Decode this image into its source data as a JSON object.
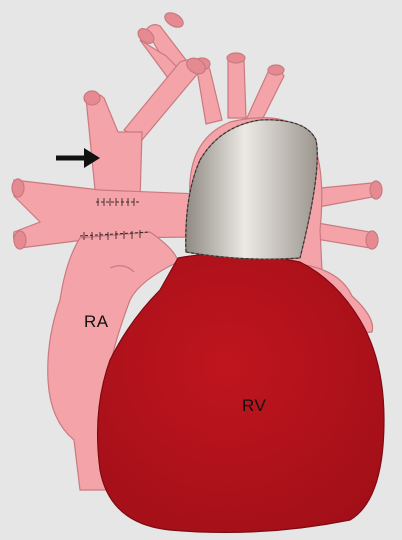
{
  "labels": {
    "right_atrium": "RA",
    "right_ventricle": "RV"
  },
  "colors": {
    "background": "#e6e6e6",
    "vessel_fill": "#f4a4a9",
    "vessel_stroke": "#c97a80",
    "ventricle_fill": "#b0121c",
    "conduit_fill": "#c8c3bb",
    "suture": "#3a2a2a",
    "arrow": "#111111"
  },
  "annotations": [
    {
      "type": "arrow",
      "icon": "arrow-right-icon"
    }
  ]
}
